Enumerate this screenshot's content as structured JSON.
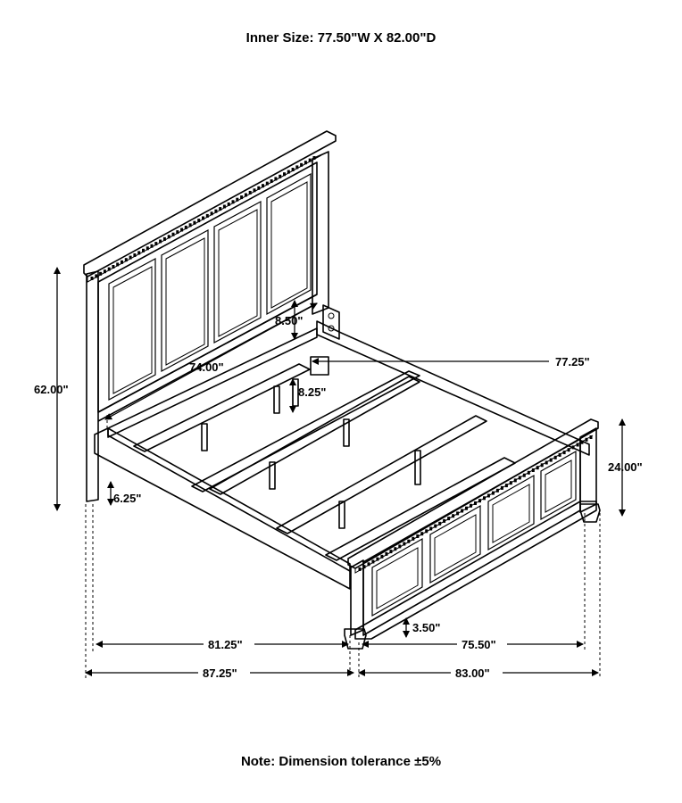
{
  "header": {
    "inner_size": "Inner Size: 77.50\"W X 82.00\"D"
  },
  "dimensions": {
    "headboard_height": "62.00\"",
    "headboard_panel_height": "8.50\"",
    "headboard_width": "74.00\"",
    "inner_depth": "77.25\"",
    "slat_leg_height": "8.25\"",
    "rail_height": "6.25\"",
    "footboard_height": "24.00\"",
    "foot_height": "3.50\"",
    "inner_length": "81.25\"",
    "outer_length": "87.25\"",
    "footboard_inner_width": "75.50\"",
    "overall_width": "83.00\""
  },
  "footer": {
    "note": "Note: Dimension tolerance ±5%"
  }
}
